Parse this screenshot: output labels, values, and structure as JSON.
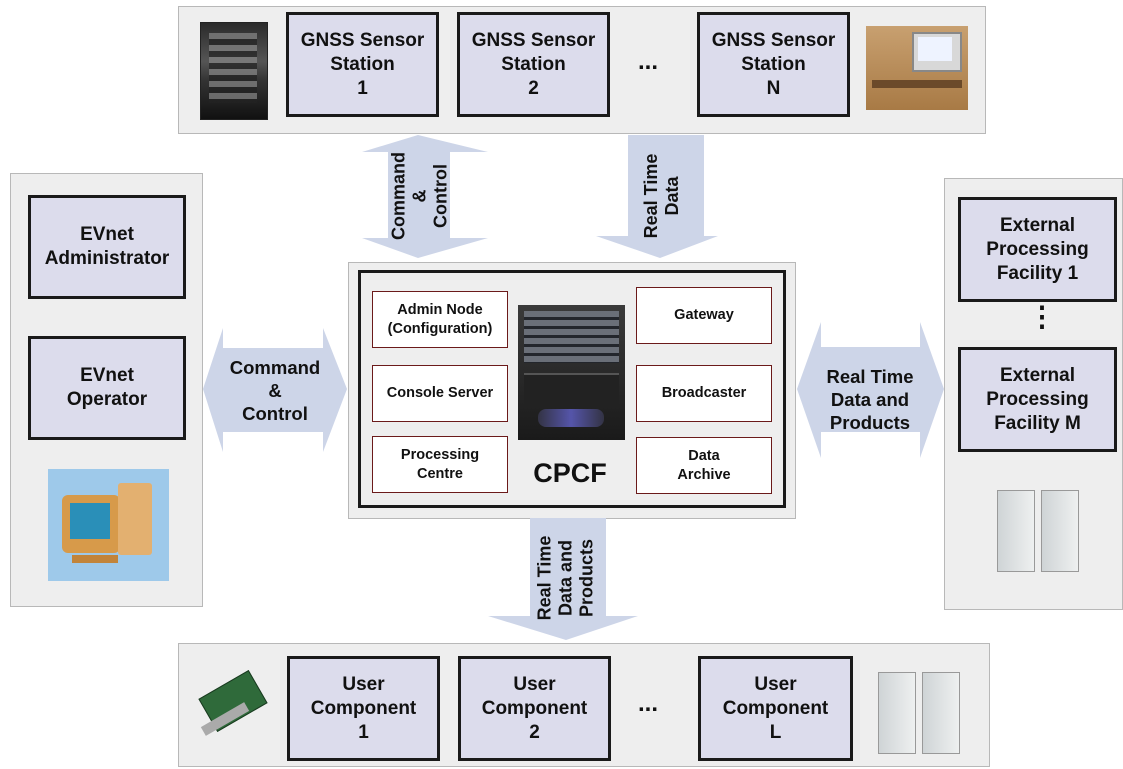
{
  "gnss": {
    "stations": [
      {
        "label": "GNSS Sensor\nStation\n1"
      },
      {
        "label": "GNSS Sensor\nStation\n2"
      },
      {
        "label": "GNSS Sensor\nStation\nN"
      }
    ],
    "ellipsis": "..."
  },
  "left": {
    "administrator": "EVnet\nAdministrator",
    "operator": "EVnet\nOperator"
  },
  "right": {
    "facility_1": "External\nProcessing\nFacility 1",
    "facility_m": "External\nProcessing\nFacility M",
    "ellipsis": "⋮"
  },
  "cpcf": {
    "title": "CPCF",
    "admin_node": "Admin Node\n(Configuration)",
    "console_server": "Console Server",
    "processing_centre": "Processing\nCentre",
    "gateway": "Gateway",
    "broadcaster": "Broadcaster",
    "data_archive": "Data\nArchive"
  },
  "arrows": {
    "top_left": "Command\n&\nControl",
    "top_right": "Real Time\nData",
    "left": "Command\n&\nControl",
    "right": "Real Time\nData and\nProducts",
    "bottom": "Real Time\nData and\nProducts"
  },
  "users": {
    "components": [
      {
        "label": "User\nComponent\n1"
      },
      {
        "label": "User\nComponent\n2"
      },
      {
        "label": "User\nComponent\nL"
      }
    ],
    "ellipsis": "..."
  },
  "colors": {
    "box_fill": "#dcdcec",
    "arrow_fill": "#cdd5e8",
    "panel_fill": "#eeeeee"
  }
}
